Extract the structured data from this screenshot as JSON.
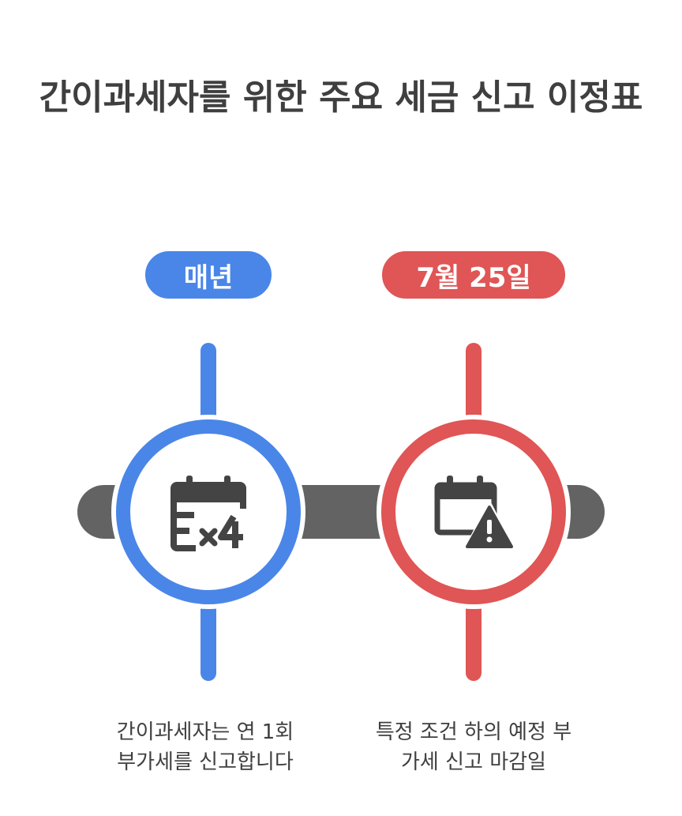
{
  "title": "간이과세자를 위한 주요 세금 신고 이정표",
  "milestones": [
    {
      "label": "매년",
      "icon": "calendar-times-four-icon",
      "color": "#4a86e8",
      "description_line1": "간이과세자는 연 1회",
      "description_line2": "부가세를 신고합니다"
    },
    {
      "label": "7월 25일",
      "icon": "calendar-warning-icon",
      "color": "#e05555",
      "description_line1": "특정 조건 하의 예정 부",
      "description_line2": "가세 신고 마감일"
    }
  ],
  "track_color": "#636363"
}
